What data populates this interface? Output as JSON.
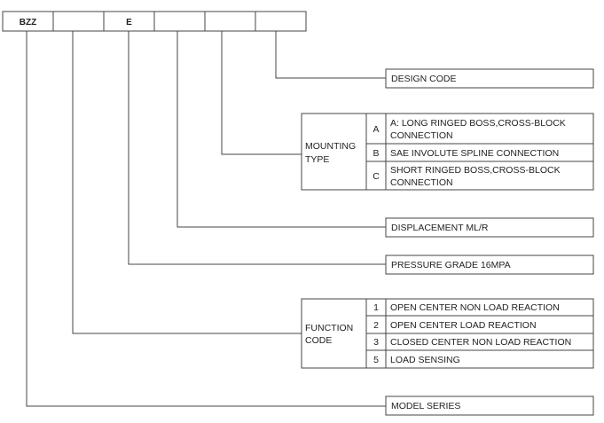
{
  "code_boxes": [
    "BZZ",
    "",
    "E",
    "",
    "",
    ""
  ],
  "design_code": "DESIGN CODE",
  "mounting": {
    "label_line1": "MOUNTING",
    "label_line2": "TYPE",
    "options": [
      {
        "key": "A",
        "line1": "A: LONG RINGED BOSS,CROSS-BLOCK",
        "line2": "CONNECTION"
      },
      {
        "key": "B",
        "line1": "SAE INVOLUTE SPLINE CONNECTION",
        "line2": ""
      },
      {
        "key": "C",
        "line1": "SHORT RINGED BOSS,CROSS-BLOCK",
        "line2": "CONNECTION"
      }
    ]
  },
  "displacement": "DISPLACEMENT ML/R",
  "pressure_grade": "PRESSURE GRADE 16MPA",
  "function": {
    "label_line1": "FUNCTION",
    "label_line2": "CODE",
    "options": [
      {
        "key": "1",
        "text": "OPEN CENTER NON LOAD REACTION"
      },
      {
        "key": "2",
        "text": "OPEN CENTER LOAD REACTION"
      },
      {
        "key": "3",
        "text": "CLOSED CENTER NON LOAD REACTION"
      },
      {
        "key": "5",
        "text": "LOAD SENSING"
      }
    ]
  },
  "model_series": "MODEL SERIES"
}
